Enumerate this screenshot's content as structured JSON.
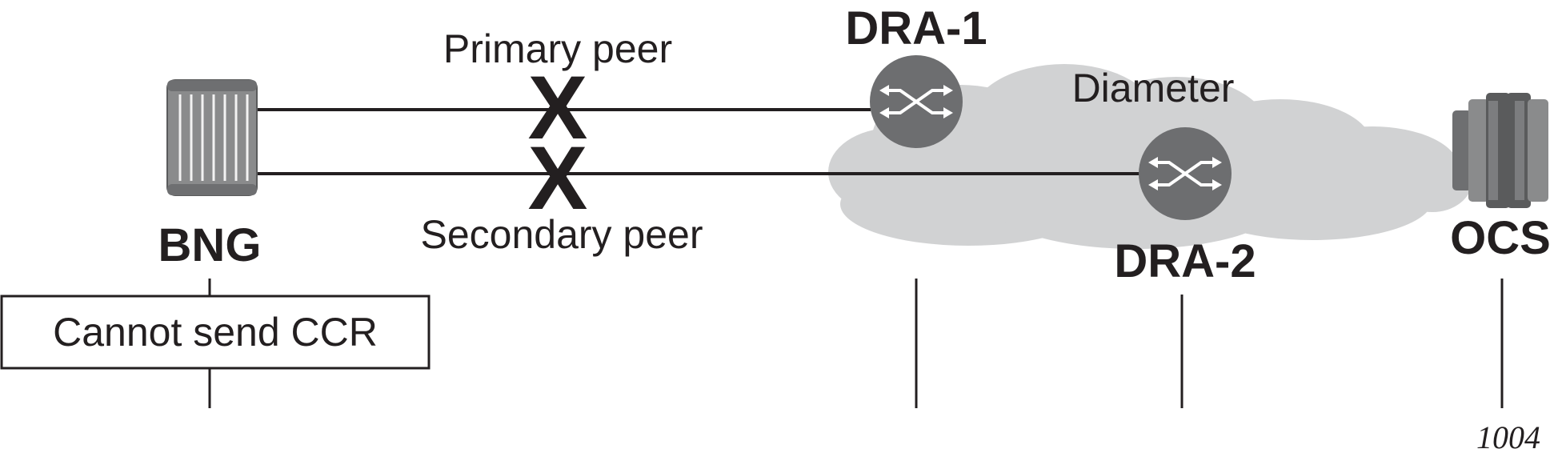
{
  "nodes": {
    "bng": {
      "label": "BNG",
      "icon": "bng-router-icon"
    },
    "dra1": {
      "label": "DRA-1",
      "icon": "dra-switch-icon"
    },
    "dra2": {
      "label": "DRA-2",
      "icon": "dra-switch-icon"
    },
    "ocs": {
      "label": "OCS",
      "icon": "ocs-server-icon"
    }
  },
  "cloud": {
    "label": "Diameter"
  },
  "links": {
    "primary": {
      "label": "Primary peer",
      "status_mark": "X",
      "status": "failed"
    },
    "secondary": {
      "label": "Secondary peer",
      "status_mark": "X",
      "status": "failed"
    }
  },
  "status_box": {
    "text": "Cannot send CCR"
  },
  "figure_id": "1004",
  "colors": {
    "ink": "#231f20",
    "cloud": "#d1d2d3",
    "device_gray": "#8a8b8c",
    "device_dark": "#5a5b5c",
    "dra_disk": "#6d6e70"
  }
}
